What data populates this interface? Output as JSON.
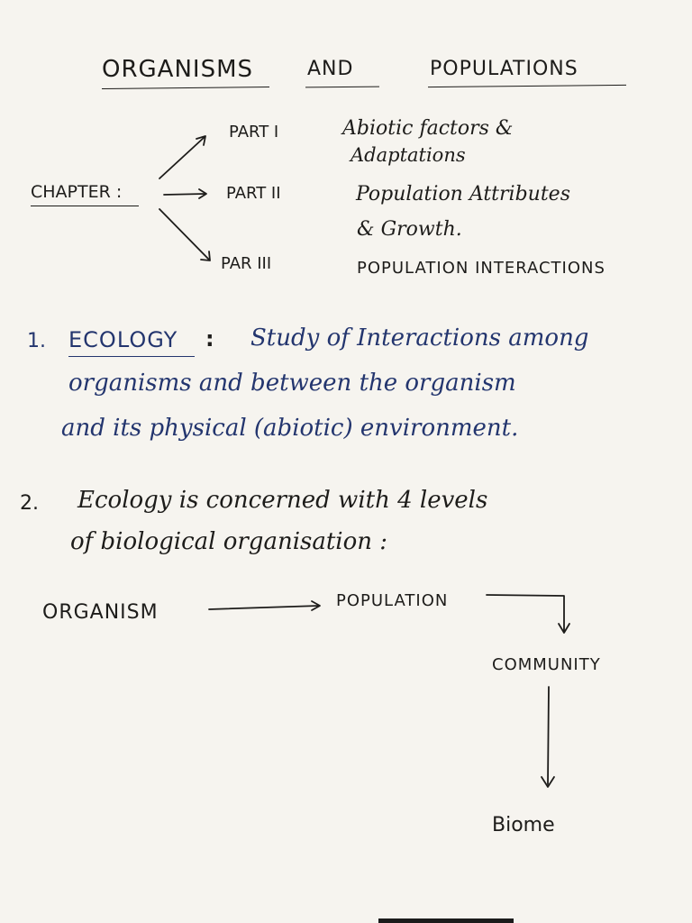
{
  "title": {
    "word1": "ORGANISMS",
    "word2": "AND",
    "word3": "POPULATIONS"
  },
  "chapter": {
    "label": "CHAPTER :",
    "parts": [
      {
        "name": "PART I",
        "topic_line1": "Abiotic factors &",
        "topic_line2": "Adaptations"
      },
      {
        "name": "PART II",
        "topic_line1": "Population Attributes",
        "topic_line2": "& Growth."
      },
      {
        "name": "PAR III",
        "topic_line1": "POPULATION INTERACTIONS",
        "topic_line2": ""
      }
    ]
  },
  "points": [
    {
      "number": "1.",
      "term": "ECOLOGY",
      "colon": ":",
      "lines": [
        "Study of Interactions among",
        "organisms and between the organism",
        "and its physical (abiotic) environment."
      ]
    },
    {
      "number": "2.",
      "lines": [
        "Ecology is concerned with 4 levels",
        "of biological organisation :"
      ]
    }
  ],
  "levels": [
    "ORGANISM",
    "POPULATION",
    "COMMUNITY",
    "Biome"
  ],
  "colors": {
    "paper": "#f6f4ef",
    "black_ink": "#1d1c1a",
    "blue_ink": "#23356e"
  }
}
